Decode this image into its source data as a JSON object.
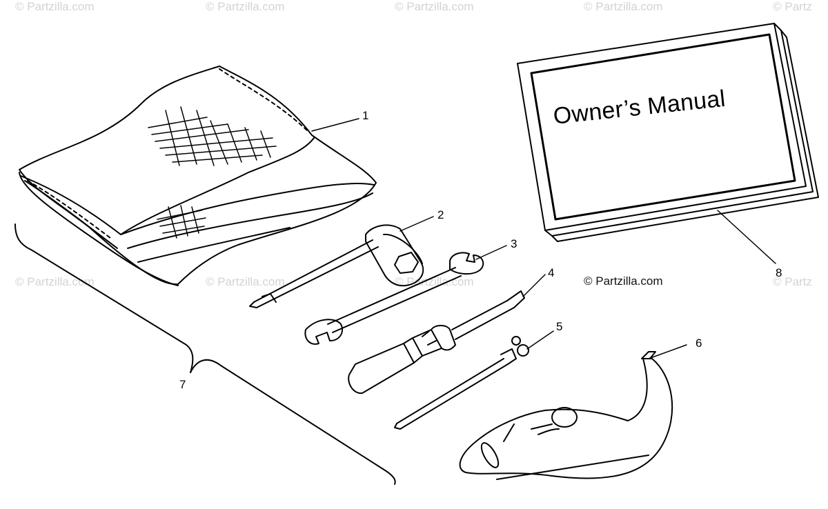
{
  "watermarks": {
    "top": [
      "© Partzilla.com",
      "© Partzilla.com",
      "© Partzilla.com",
      "© Partzilla.com",
      "© Partz"
    ],
    "middle": [
      "© Partzilla.com",
      "© Partzilla.com",
      "© Partzilla.com",
      "© Partz"
    ]
  },
  "copyright": "© Partzilla.com",
  "manual_title": "Owner’s Manual",
  "callouts": {
    "c1": "1",
    "c2": "2",
    "c3": "3",
    "c4": "4",
    "c5": "5",
    "c6": "6",
    "c7": "7",
    "c8": "8"
  },
  "colors": {
    "line": "#000000",
    "watermark": "#d3d3d3",
    "background": "#ffffff"
  }
}
